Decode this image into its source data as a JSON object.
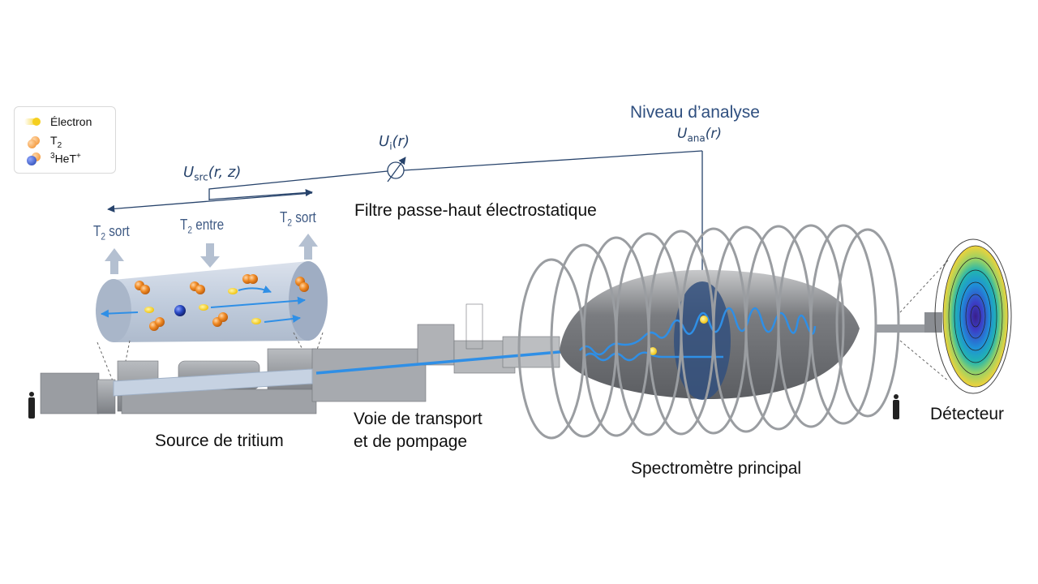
{
  "legend": {
    "items": [
      {
        "icon": "electron-icon",
        "label": "Électron"
      },
      {
        "icon": "t2-molecule-icon",
        "label": "T",
        "sub": "2"
      },
      {
        "icon": "hetplus-ion-icon",
        "sup_pre": "3",
        "label": "HeT",
        "sup_post": "+"
      }
    ]
  },
  "potentials": {
    "source": {
      "symbol": "U",
      "sub": "src",
      "args": "(r, z)"
    },
    "inner": {
      "symbol": "U",
      "sub": "i",
      "args": "(r)"
    },
    "analysis": {
      "symbol": "U",
      "sub": "ana",
      "args": "(r)"
    }
  },
  "labels": {
    "analysis_level": "Niveau d’analyse",
    "filter": "Filtre passe-haut électrostatique",
    "source": "Source de tritium",
    "transport_line1": "Voie de transport",
    "transport_line2": "et de pompage",
    "spectrometer": "Spectromètre principal",
    "detector": "Détecteur"
  },
  "gas_flow": {
    "out_left": {
      "T": "T",
      "sub": "2",
      "text": " sort"
    },
    "in_center": {
      "T": "T",
      "sub": "2",
      "text": " entre"
    },
    "out_right": {
      "T": "T",
      "sub": "2",
      "text": " sort"
    }
  },
  "colors": {
    "diagram_line": "#27436b",
    "electron_path": "#2f8fe6",
    "electron": "#f5cf1f",
    "t2": "#f08a24",
    "ion": "#1f3fa8",
    "tube": "#b9c6d8",
    "machinery": "#8a8d92",
    "vessel": "#6e7074"
  }
}
